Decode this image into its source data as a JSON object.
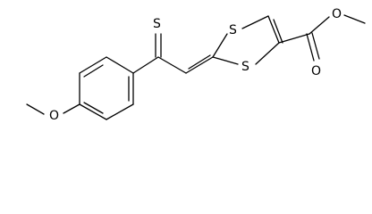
{
  "molecule": {
    "atoms": {
      "thione_s": "S",
      "ring_s_top": "S",
      "ring_s_bottom": "S",
      "ester_o_carbonyl": "O",
      "ester_o_ether": "O",
      "methoxy_o": "O"
    }
  }
}
